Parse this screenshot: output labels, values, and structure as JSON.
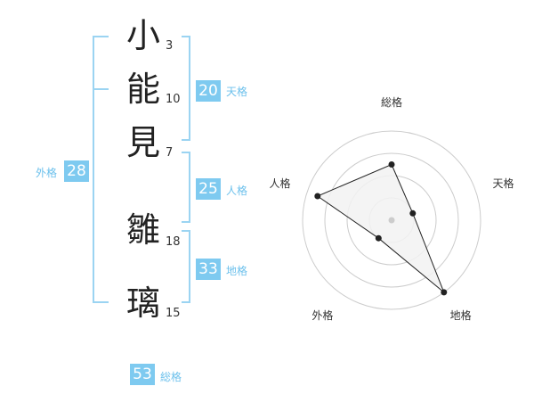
{
  "name": {
    "chars": [
      {
        "char": "小",
        "strokes": "3"
      },
      {
        "char": "能",
        "strokes": "10"
      },
      {
        "char": "見",
        "strokes": "7"
      },
      {
        "char": "雛",
        "strokes": "18"
      },
      {
        "char": "璃",
        "strokes": "15"
      }
    ]
  },
  "fortune": {
    "tenkaku": {
      "value": "20",
      "label": "天格"
    },
    "jinkaku": {
      "value": "25",
      "label": "人格"
    },
    "chikaku": {
      "value": "33",
      "label": "地格"
    },
    "gaikaku": {
      "value": "28",
      "label": "外格"
    },
    "soukaku": {
      "value": "53",
      "label": "総格"
    }
  },
  "chart_data": {
    "type": "radar",
    "axes": [
      "総格",
      "天格",
      "地格",
      "外格",
      "人格"
    ],
    "values": [
      2.5,
      1.0,
      4.0,
      1.0,
      3.5
    ],
    "max": 4,
    "rings": 4,
    "colors": {
      "fill": "#f2f2f2",
      "stroke": "#222222",
      "grid": "#cccccc",
      "center": "#cccccc"
    }
  }
}
